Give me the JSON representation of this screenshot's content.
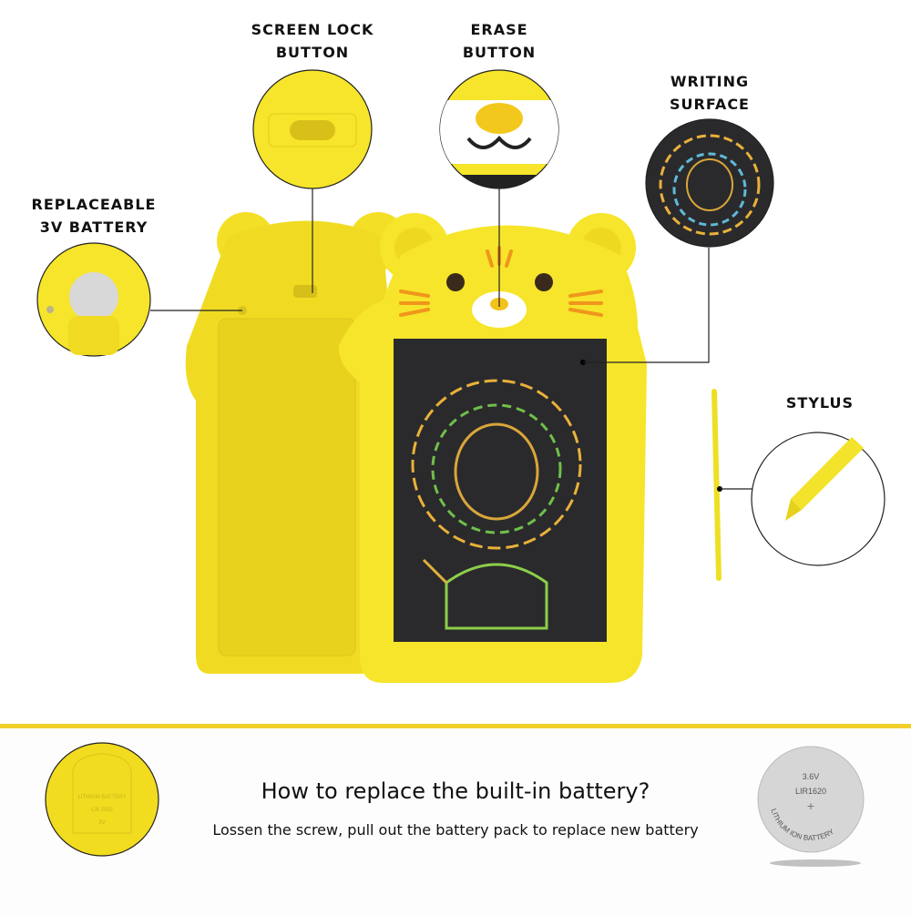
{
  "callouts": {
    "screen_lock": [
      "SCREEN LOCK",
      "BUTTON"
    ],
    "erase": [
      "ERASE",
      "BUTTON"
    ],
    "writing_surface": [
      "WRITING",
      "SURFACE"
    ],
    "battery": [
      "REPLACEABLE",
      "3V BATTERY"
    ],
    "stylus": "STYLUS"
  },
  "battery_section": {
    "title": "How to replace the built-in battery?",
    "instructions": "Lossen the screw, pull out the battery pack to replace new battery",
    "cover_text": [
      "LITHIUM BATTERY",
      "CR 2032",
      "3V"
    ],
    "coin_text": {
      "voltage": "3.6V",
      "model": "LIR1620",
      "ring": "LITHIUM ION BATTERY"
    }
  },
  "colors": {
    "tablet_yellow": "#f6e52a",
    "accent_line": "#f2cf2b",
    "screen": "#2a2a2c"
  }
}
